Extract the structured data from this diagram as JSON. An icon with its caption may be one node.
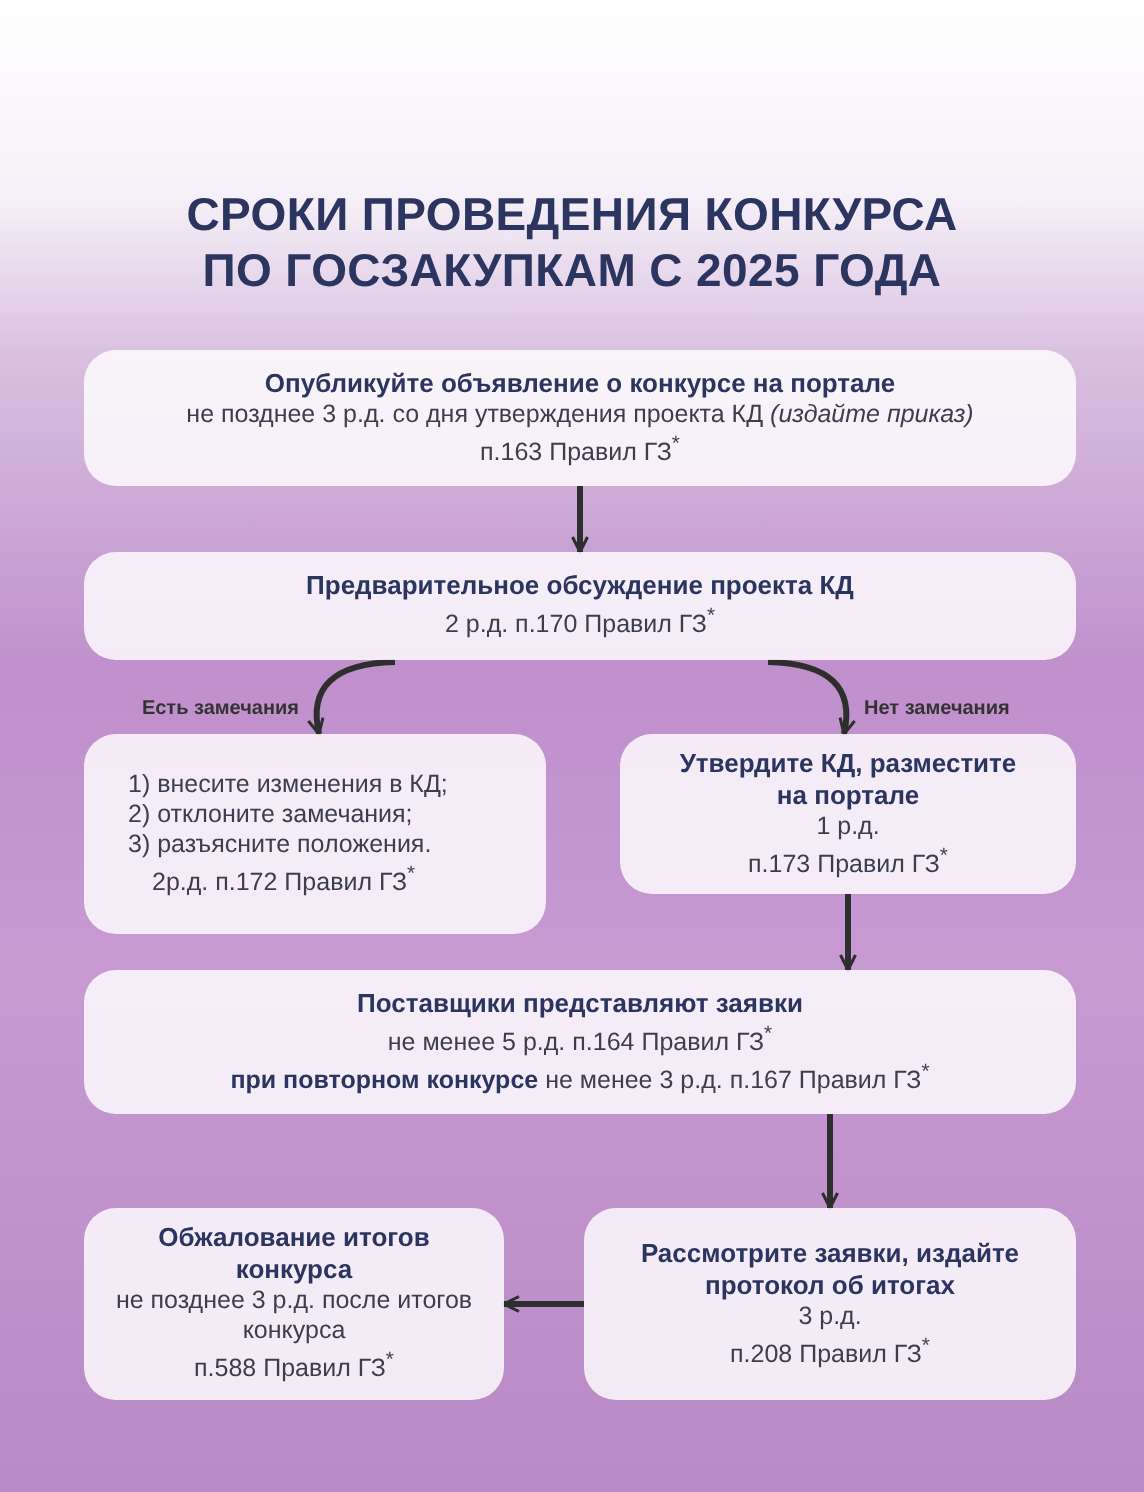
{
  "diagram": {
    "title": "СРОКИ ПРОВЕДЕНИЯ КОНКУРСА ПО ГОСЗАКУПКАМ С 2025 ГОДА",
    "nodes": [
      {
        "text": [
          "Опубликуйте объявление о конкурсе на портале",
          "не позднее 3 р.д. со дня утверждения проекта КД *(издайте приказ)*",
          "п.163 Правил ГЗ$^{*}$"
        ]
      },
      {
        "text": [
          "Предварительное обсуждение проекта КД",
          "2 р.д. п.170 Правил ГЗ$^{*}$"
        ]
      },
      {
        "text": [
          "1) внесите изменения в КД;",
          "2) отклоните замечания;",
          "3) разъясните положения.",
          "2р.д. п.172 Правил ГЗ$^{*}$"
        ]
      },
      {
        "text": [
          "Утвердите КД, разместите на портале",
          "1 р.д.",
          "п.173 Правил ГЗ$^{*}$"
        ]
      },
      {
        "text": [
          "Поставщики представляют заявки",
          "не менее 5 р.д. п.164 Правил ГЗ$^{*}$",
          "**при повторном конкурсе** не менее 3 р.д. п.167 Правил ГЗ$^{*}$"
        ]
      },
      {
        "text": [
          "Обжалование итогов конкурса",
          "не позднее 3 р.д. после итогов конкурса",
          "п.588 Правил ГЗ$^{*}$"
        ]
      },
      {
        "text": [
          "Рассмотрите заявки, издайте протокол об итогах",
          "3 р.д.",
          "п.208 Правил ГЗ$^{*}$"
        ]
      }
    ],
    "edges": [
      {
        "from": 0,
        "to": 1,
        "arrow": "to"
      },
      {
        "from": 1,
        "to": 2,
        "arrow": "to",
        "label": "Есть замечания"
      },
      {
        "from": 1,
        "to": 3,
        "arrow": "to",
        "label": "Нет замечания"
      },
      {
        "from": 3,
        "to": 4,
        "arrow": "to"
      },
      {
        "from": 4,
        "to": 6,
        "arrow": "to"
      },
      {
        "from": 6,
        "to": 5,
        "arrow": "to"
      }
    ]
  }
}
